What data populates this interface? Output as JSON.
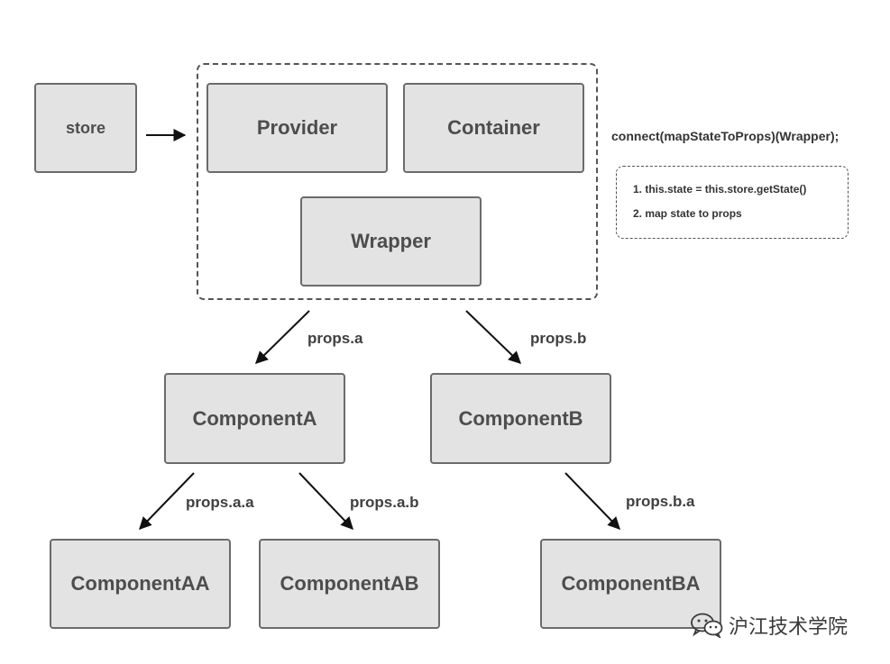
{
  "nodes": {
    "store": "store",
    "provider": "Provider",
    "container": "Container",
    "wrapper": "Wrapper",
    "component_a": "ComponentA",
    "component_b": "ComponentB",
    "component_aa": "ComponentAA",
    "component_ab": "ComponentAB",
    "component_ba": "ComponentBA"
  },
  "edge_labels": {
    "props_a": "props.a",
    "props_b": "props.b",
    "props_a_a": "props.a.a",
    "props_a_b": "props.a.b",
    "props_b_a": "props.b.a"
  },
  "annotation": {
    "connect_call": "connect(mapStateToProps)(Wrapper);",
    "steps": [
      "1. this.state = this.store.getState()",
      "2. map state to props"
    ]
  },
  "watermark": {
    "icon": "wechat-icon",
    "text": "沪江技术学院"
  }
}
